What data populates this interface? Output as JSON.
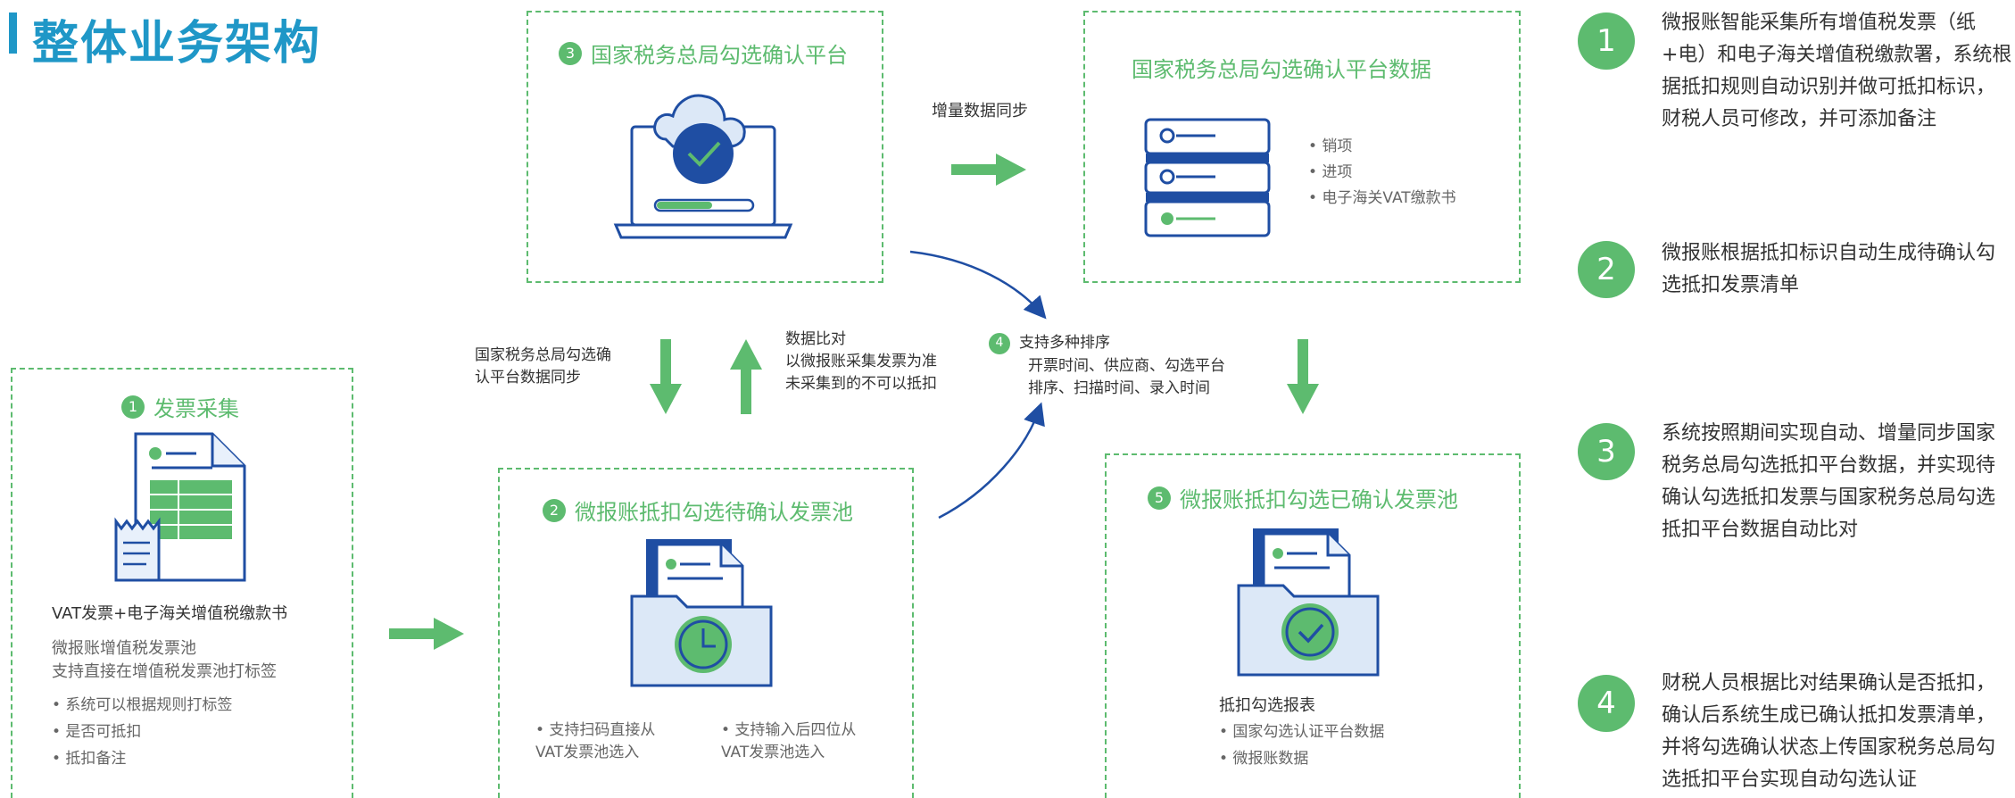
{
  "page_title": "整体业务架构",
  "panels": {
    "p1": {
      "num": "1",
      "title": "发票采集",
      "heading": "VAT发票+电子海关增值税缴款书",
      "desc": [
        "微报账增值税发票池",
        "支持直接在增值税发票池打标签"
      ],
      "bullets": [
        "• 系统可以根据规则打标签",
        "• 是否可抵扣",
        "• 抵扣备注"
      ]
    },
    "p2": {
      "num": "2",
      "title": "微报账抵扣勾选待确认发票池",
      "left_note": "• 支持扫码直接从\n  VAT发票池选入",
      "right_note": "• 支持输入后四位从\n  VAT发票池选入"
    },
    "p3": {
      "num": "3",
      "title": "国家税务总局勾选确认平台"
    },
    "p4": {
      "title": "国家税务总局勾选确认平台数据",
      "bullets": [
        "• 销项",
        "• 进项",
        "• 电子海关VAT缴款书"
      ]
    },
    "p5": {
      "num": "5",
      "title": "微报账抵扣勾选已确认发票池",
      "heading": "抵扣勾选报表",
      "bullets": [
        "• 国家勾选认证平台数据",
        "• 微报账数据"
      ]
    }
  },
  "flow_labels": {
    "sync_increment": "增量数据同步",
    "sync_platform": "国家税务总局勾选确\n认平台数据同步",
    "compare": "数据比对\n以微报账采集发票为准\n未采集到的不可以抵扣",
    "sort_num": "4",
    "sort_title": "支持多种排序",
    "sort_detail": "开票时间、供应商、勾选平台\n排序、扫描时间、录入时间"
  },
  "steps": [
    {
      "num": "1",
      "text": "微报账智能采集所有增值税发票（纸+电）和电子海关增值税缴款署，系统根据抵扣规则自动识别并做可抵扣标识，财税人员可修改，并可添加备注"
    },
    {
      "num": "2",
      "text": "微报账根据抵扣标识自动生成待确认勾选抵扣发票清单"
    },
    {
      "num": "3",
      "text": "系统按照期间实现自动、增量同步国家税务总局勾选抵扣平台数据，并实现待确认勾选抵扣发票与国家税务总局勾选抵扣平台数据自动比对"
    },
    {
      "num": "4",
      "text": "财税人员根据比对结果确认是否抵扣，确认后系统生成已确认抵扣发票清单，并将勾选确认状态上传国家税务总局勾选抵扣平台实现自动勾选认证"
    }
  ],
  "colors": {
    "green": "#5dbb6f",
    "blue": "#1f4ea3",
    "light_blue": "#dce8f7",
    "title_blue": "#1f97c7"
  }
}
